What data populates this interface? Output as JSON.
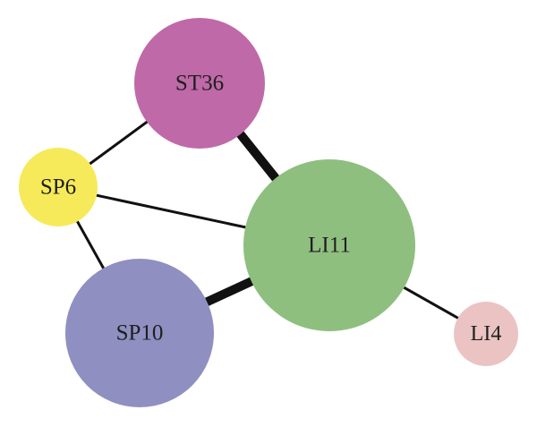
{
  "nodes": [
    {
      "id": "ST36",
      "label": "ST36",
      "color": "#bf69a8",
      "size": "large"
    },
    {
      "id": "SP6",
      "label": "SP6",
      "color": "#f7ea5a",
      "size": "small"
    },
    {
      "id": "LI11",
      "label": "LI11",
      "color": "#8fbf7f",
      "size": "largest"
    },
    {
      "id": "SP10",
      "label": "SP10",
      "color": "#8f8fc1",
      "size": "large"
    },
    {
      "id": "LI4",
      "label": "LI4",
      "color": "#ebc3c3",
      "size": "smallest"
    }
  ],
  "edges": [
    {
      "from": "ST36",
      "to": "SP6",
      "weight": "thin"
    },
    {
      "from": "ST36",
      "to": "LI11",
      "weight": "thick"
    },
    {
      "from": "SP6",
      "to": "LI11",
      "weight": "thin"
    },
    {
      "from": "SP6",
      "to": "SP10",
      "weight": "thin"
    },
    {
      "from": "SP10",
      "to": "LI11",
      "weight": "thick"
    },
    {
      "from": "LI11",
      "to": "LI4",
      "weight": "thin"
    }
  ],
  "edge_color": "#111111"
}
